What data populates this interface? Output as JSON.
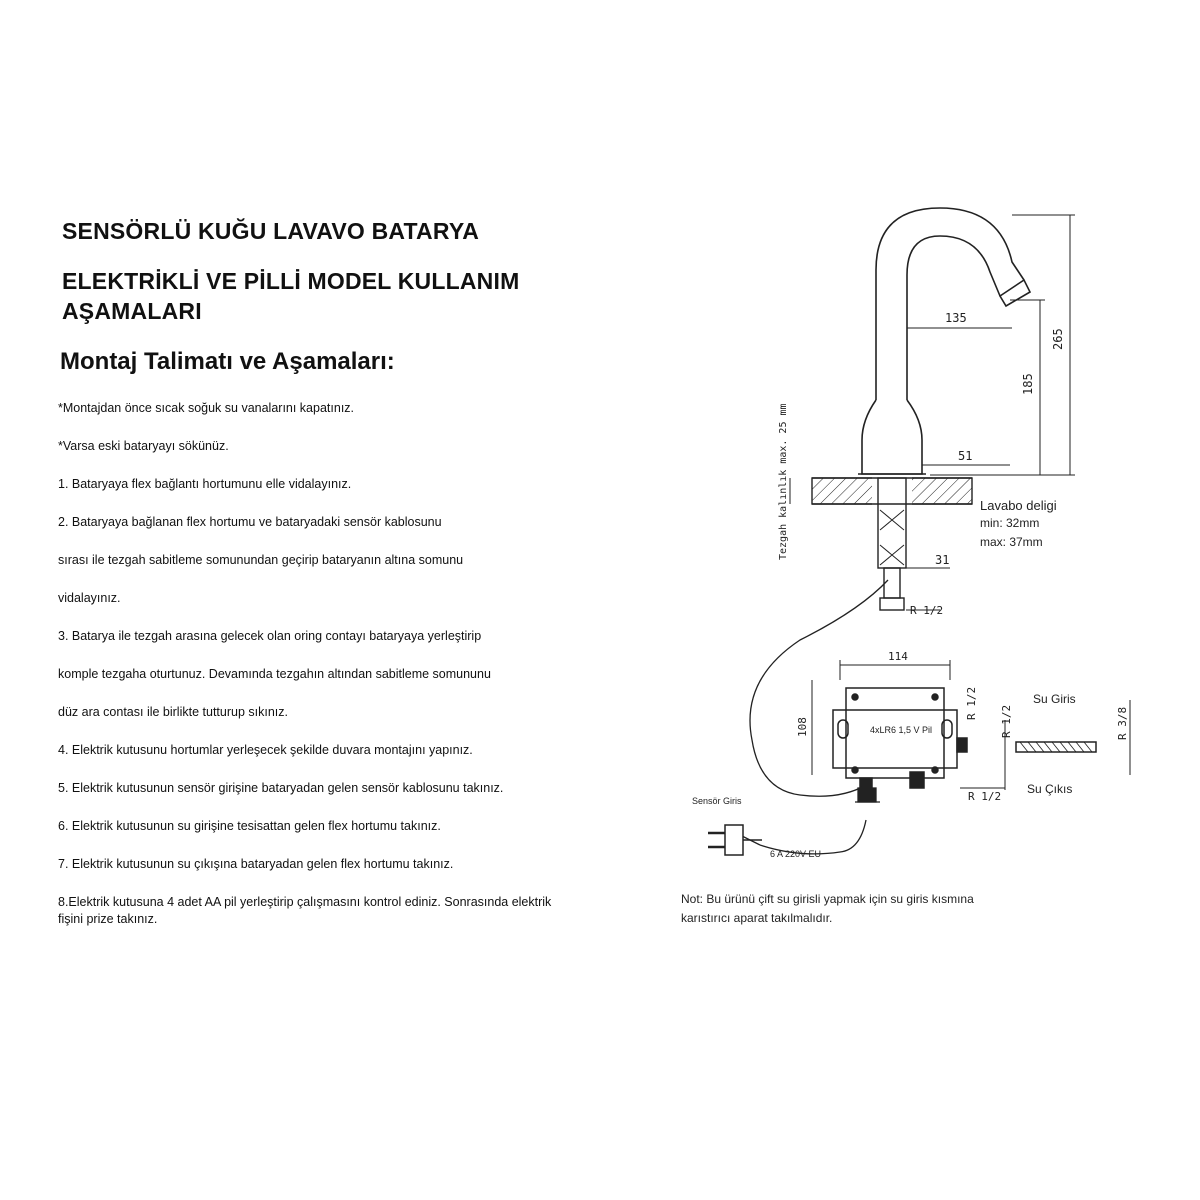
{
  "doc": {
    "title_line1": "SENSÖRLÜ KUĞU LAVAVO BATARYA",
    "title_line2a": "ELEKTRİKLİ VE PİLLİ MODEL KULLANIM",
    "title_line2b": "AŞAMALARI",
    "section_heading": "Montaj Talimatı ve Aşamaları:",
    "lines": [
      "*Montajdan önce sıcak soğuk su vanalarını kapatınız.",
      "*Varsa eski bataryayı sökünüz.",
      "1. Bataryaya flex bağlantı hortumunu elle vidalayınız.",
      "2. Bataryaya bağlanan flex hortumu ve bataryadaki sensör kablosunu",
      " sırası ile tezgah sabitleme somunundan geçirip bataryanın altına somunu",
      " vidalayınız.",
      "3. Batarya ile tezgah arasına gelecek olan oring contayı bataryaya yerleştirip",
      " komple tezgaha oturtunuz. Devamında  tezgahın altından sabitleme somununu",
      " düz ara contası ile birlikte tutturup sıkınız.",
      "4. Elektrik kutusunu hortumlar yerleşecek şekilde duvara montajını yapınız.",
      "5. Elektrik kutusunun sensör girişine bataryadan gelen sensör kablosunu takınız.",
      "6. Elektrik kutusunun su girişine tesisattan gelen flex hortumu takınız.",
      "7. Elektrik kutusunun su çıkışına bataryadan gelen flex hortumu takınız.",
      "8.Elektrik kutusuna  4 adet AA pil yerleştirip çalışmasını kontrol ediniz. Sonrasında elektrik",
      "fişini prize takınız."
    ]
  },
  "diagram": {
    "dim_135": "135",
    "dim_265": "265",
    "dim_185": "185",
    "dim_51": "51",
    "dim_31": "31",
    "dim_r12_top": "R 1/2",
    "counter_label": "Tezgah kalınlık max. 25 mm",
    "hole_title": "Lavabo deligi",
    "hole_min": "min: 32mm",
    "hole_max": "max: 37mm",
    "dim_114": "114",
    "dim_108": "108",
    "box_label": "4xLR6  1,5 V Pil",
    "dim_r12_side": "R 1/2",
    "dim_r12_mid": "R 1/2",
    "dim_r38": "R 3/8",
    "su_giris": "Su Giris",
    "su_cikis": "Su Çıkıs",
    "dim_r12_bottom": "R 1/2",
    "sensor_giris": "Sensör Giris",
    "power": "6 A 220V EU",
    "note_line1": "Not: Bu ürünü çift su girisli yapmak için su giris kısmına",
    "note_line2": "karıstırıcı aparat takılmalıdır."
  }
}
